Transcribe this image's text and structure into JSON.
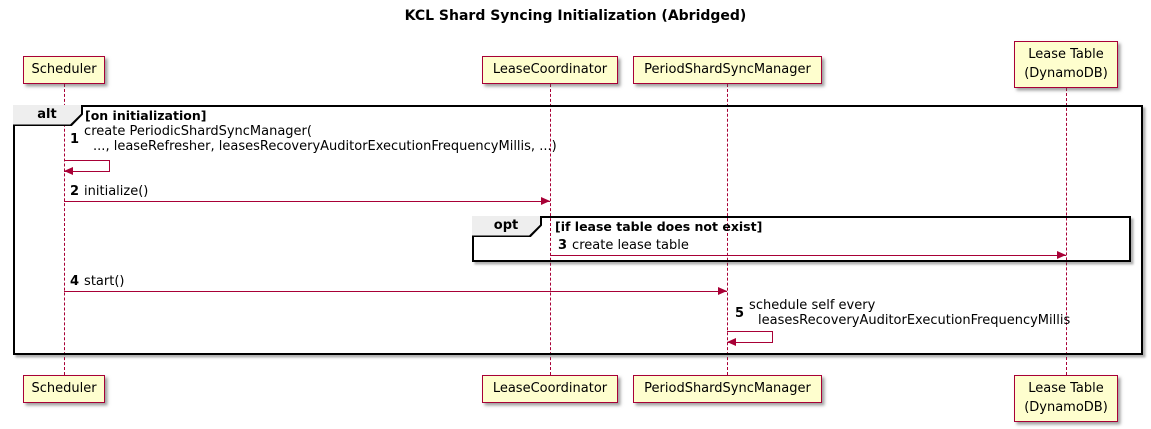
{
  "title": "KCL Shard Syncing Initialization (Abridged)",
  "participants": [
    {
      "name": "Scheduler",
      "lines": [
        "Scheduler"
      ]
    },
    {
      "name": "LeaseCoordinator",
      "lines": [
        "LeaseCoordinator"
      ]
    },
    {
      "name": "PeriodShardSyncManager",
      "lines": [
        "PeriodShardSyncManager"
      ]
    },
    {
      "name": "Lease Table (DynamoDB)",
      "lines": [
        "Lease Table",
        "(DynamoDB)"
      ]
    }
  ],
  "frames": {
    "alt": {
      "operator": "alt",
      "guard": "[on initialization]"
    },
    "opt": {
      "operator": "opt",
      "guard": "[if lease table does not exist]"
    }
  },
  "messages": [
    {
      "num": "1",
      "lines": [
        "create PeriodicShardSyncManager(",
        "..., leaseRefresher, leasesRecoveryAuditorExecutionFrequencyMillis, ...)"
      ]
    },
    {
      "num": "2",
      "lines": [
        "initialize()"
      ]
    },
    {
      "num": "3",
      "lines": [
        "create lease table"
      ]
    },
    {
      "num": "4",
      "lines": [
        "start()"
      ]
    },
    {
      "num": "5",
      "lines": [
        "schedule self every",
        "leasesRecoveryAuditorExecutionFrequencyMillis"
      ]
    }
  ],
  "colors": {
    "participant_fill": "#FEFECE",
    "participant_border": "#A80036",
    "arrow": "#A80036",
    "frame_border": "#000000",
    "operator_tab_fill": "#EEEEEE"
  }
}
